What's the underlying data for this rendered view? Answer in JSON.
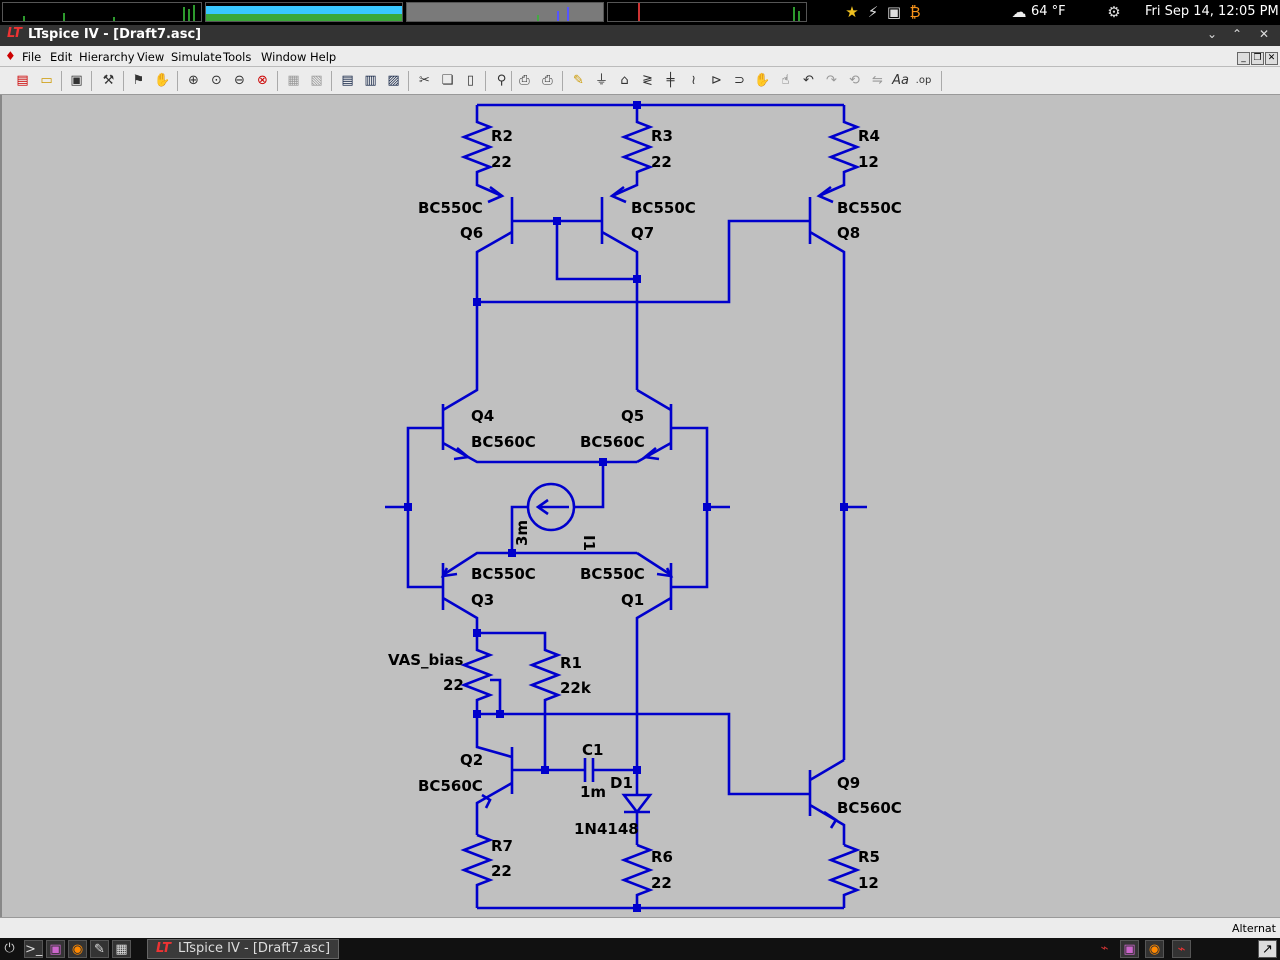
{
  "topbar": {
    "weather": "64 °F",
    "clock": "Fri Sep 14, 12:05 PM"
  },
  "window": {
    "title": "LTspice IV - [Draft7.asc]"
  },
  "menu": {
    "file": "File",
    "edit": "Edit",
    "hierarchy": "Hierarchy",
    "view": "View",
    "simulate": "Simulate",
    "tools": "Tools",
    "window": "Window",
    "help": "Help"
  },
  "schematic": {
    "R2": {
      "name": "R2",
      "value": "22"
    },
    "R3": {
      "name": "R3",
      "value": "22"
    },
    "R4": {
      "name": "R4",
      "value": "12"
    },
    "R5": {
      "name": "R5",
      "value": "12"
    },
    "R6": {
      "name": "R6",
      "value": "22"
    },
    "R7": {
      "name": "R7",
      "value": "22"
    },
    "R1": {
      "name": "R1",
      "value": "22k"
    },
    "VAS_bias": {
      "name": "VAS_bias",
      "value": "22"
    },
    "C1": {
      "name": "C1",
      "value": "1m"
    },
    "D1": {
      "name": "D1",
      "value": "1N4148"
    },
    "I1": {
      "name": "I1",
      "value": "3m"
    },
    "Q1": {
      "name": "Q1",
      "model": "BC550C"
    },
    "Q2": {
      "name": "Q2",
      "model": "BC560C"
    },
    "Q3": {
      "name": "Q3",
      "model": "BC550C"
    },
    "Q4": {
      "name": "Q4",
      "model": "BC560C"
    },
    "Q5": {
      "name": "Q5",
      "model": "BC560C"
    },
    "Q6": {
      "name": "Q6",
      "model": "BC550C"
    },
    "Q7": {
      "name": "Q7",
      "model": "BC550C"
    },
    "Q8": {
      "name": "Q8",
      "model": "BC550C"
    },
    "Q9": {
      "name": "Q9",
      "model": "BC560C"
    },
    "wire_color": "#0000cc"
  },
  "statusbar": {
    "text": "Alternat"
  },
  "taskbar": {
    "task_label": "LTspice IV - [Draft7.asc]"
  }
}
